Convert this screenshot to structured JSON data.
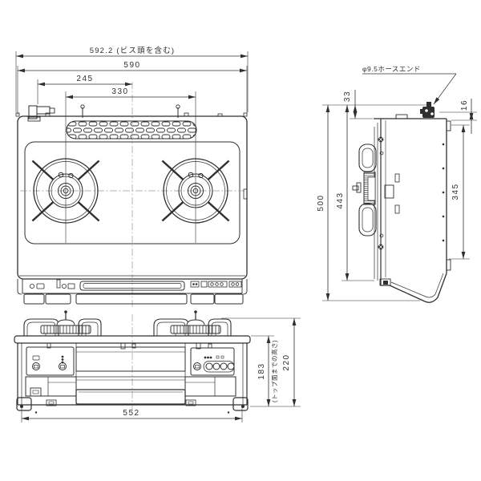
{
  "drawing": {
    "type": "technical-dimension-drawing",
    "product": "two-burner-gas-table-stove",
    "views": {
      "top": {
        "label": "top view"
      },
      "side": {
        "label": "side view"
      },
      "front": {
        "label": "front view"
      }
    },
    "dimensions": {
      "overall_width_with_screws": "592.2 (ビス頭を含む)",
      "overall_width": "590",
      "hose_to_center": "245",
      "burner_pitch": "330",
      "hose_end_note": "φ9.5ホースエンド",
      "hose_rise": "33",
      "rear_step": "16",
      "overall_height_side": "500",
      "body_height_side": "443",
      "rear_mount_pitch": "345",
      "base_width": "552",
      "height_to_top": "183",
      "height_to_top_note": "(トップ面までの高さ)",
      "overall_height_front": "220"
    }
  }
}
